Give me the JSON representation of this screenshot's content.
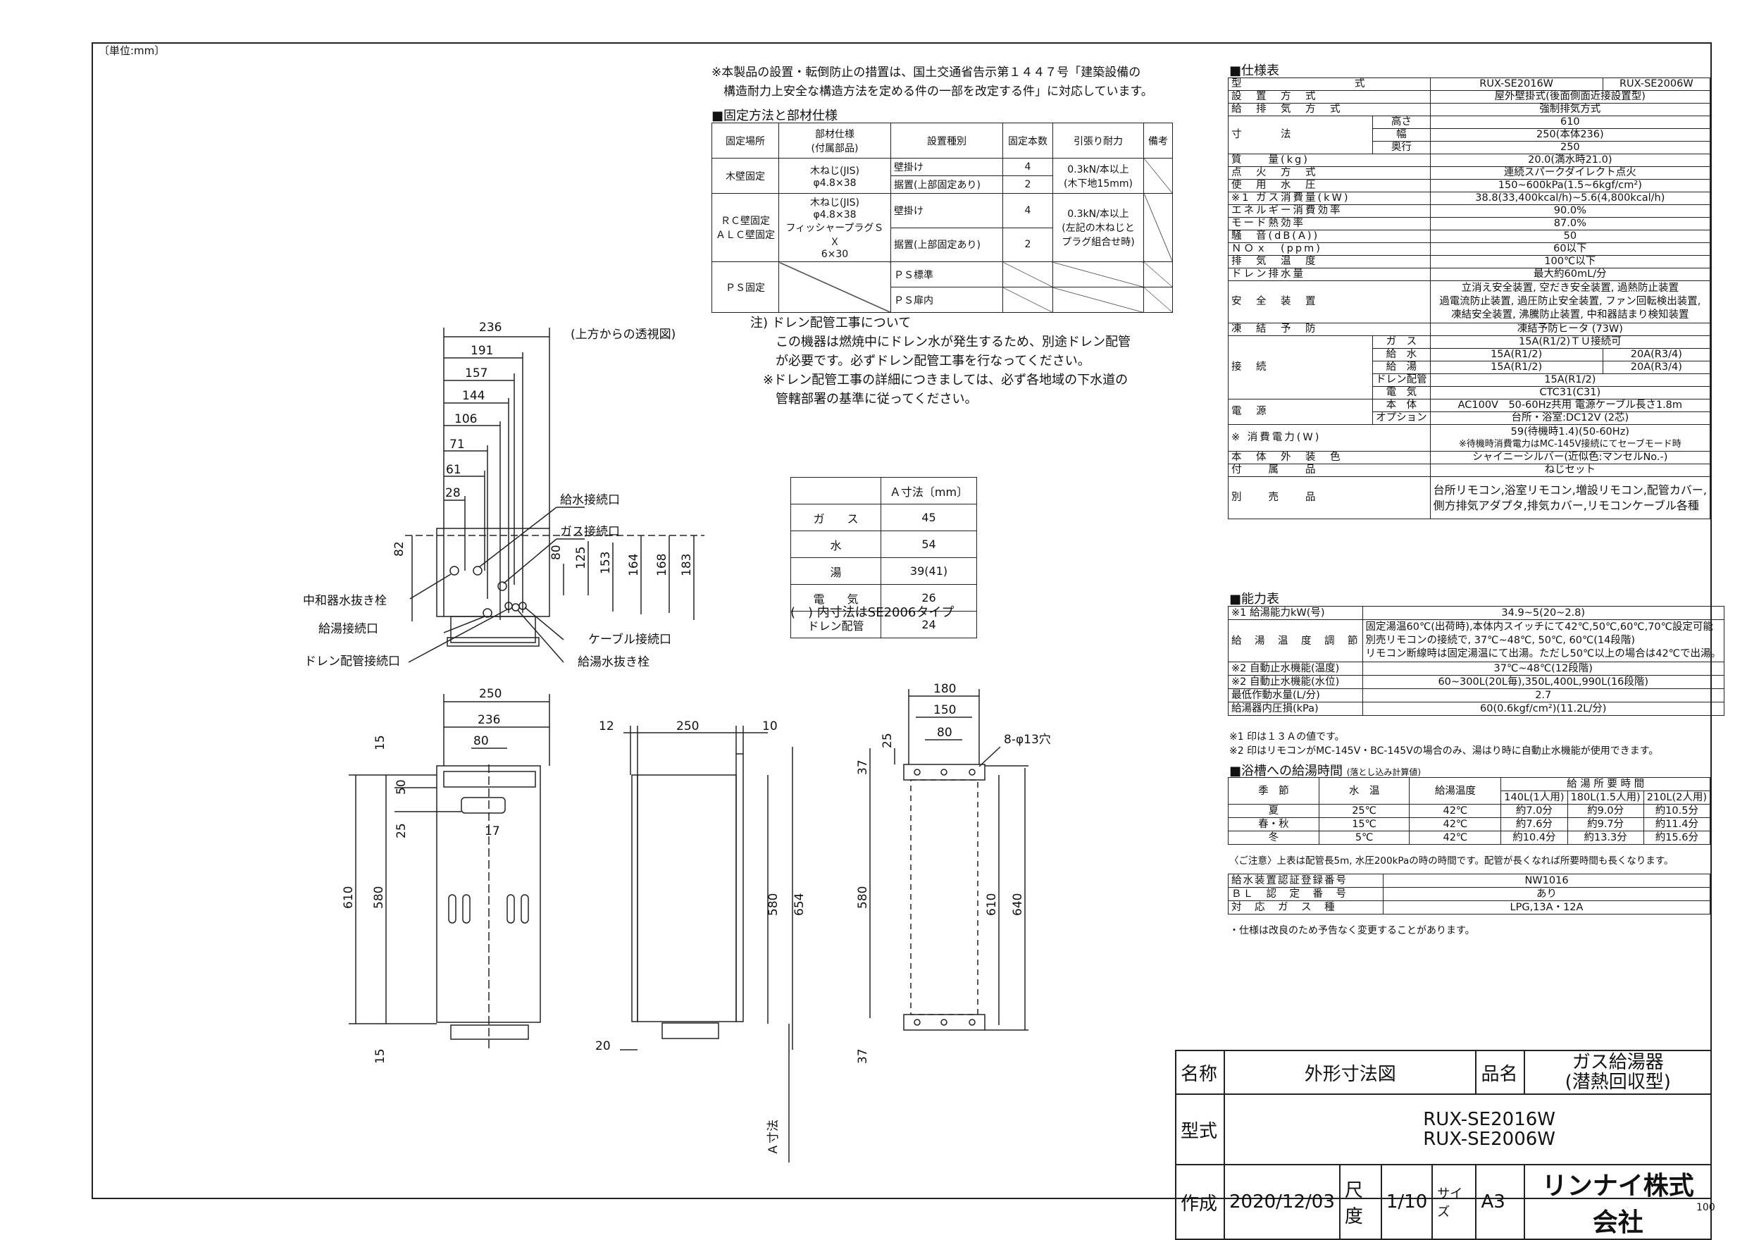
{
  "unit_label": "〔単位:mm〕",
  "notes_top": [
    "※本製品の設置・転倒防止の措置は、国土交通省告示第１４４７号「建築設備の",
    "　構造耐力上安全な構造方法を定める件の一部を改定する件」に対応しています。"
  ],
  "fixing": {
    "heading": "■固定方法と部材仕様",
    "headers": [
      "固定場所",
      "部材仕様\n(付属部品)",
      "設置種別",
      "固定本数",
      "引張り耐力",
      "備考"
    ],
    "wood": {
      "place": "木壁固定",
      "material": "木ねじ(JIS)\nφ4.8×38",
      "types": [
        "壁掛け",
        "据置(上部固定あり)"
      ],
      "counts": [
        "4",
        "2"
      ],
      "strength": "0.3kN/本以上\n(木下地15mm)"
    },
    "rc": {
      "place": "ＲＣ壁固定\nＡＬＣ壁固定",
      "material": "木ねじ(JIS)\nφ4.8×38\nフィッシャープラグＳＸ\n6×30",
      "types": [
        "壁掛け",
        "据置(上部固定あり)"
      ],
      "counts": [
        "4",
        "2"
      ],
      "strength": "0.3kN/本以上\n(左記の木ねじと\nプラグ組合せ時)"
    },
    "ps": {
      "place": "ＰＳ固定",
      "types": [
        "ＰＳ標準",
        "ＰＳ扉内"
      ]
    }
  },
  "drain_note": [
    "注) ドレン配管工事について",
    "　　この機器は燃焼中にドレン水が発生するため、別途ドレン配管",
    "　　が必要です。必ずドレン配管工事を行なってください。",
    "　※ドレン配管工事の詳細につきましては、必ず各地域の下水道の",
    "　　管轄部署の基準に従ってください。"
  ],
  "a_table": {
    "header": "Ａ寸法〔mm〕",
    "rows": [
      [
        "ガ　　ス",
        "45"
      ],
      [
        "水",
        "54"
      ],
      [
        "湯",
        "39(41)"
      ],
      [
        "電　　気",
        "26"
      ],
      [
        "ドレン配管",
        "24"
      ]
    ],
    "footnote": "(　) 内寸法はSE2006タイプ"
  },
  "drawing_labels": {
    "top_view": "(上方からの透視図)",
    "water_in": "給水接続口",
    "gas_in": "ガス接続口",
    "neutralizer_drain": "中和器水抜き栓",
    "hot_out": "給湯接続口",
    "drain_pipe": "ドレン配管接続口",
    "cable": "ケーブル接続口",
    "hot_drain": "給湯水抜き栓",
    "a_dim": "Ａ寸法",
    "holes": "8-φ13穴"
  },
  "dims_top": [
    "236",
    "191",
    "157",
    "144",
    "106",
    "71",
    "61",
    "28"
  ],
  "dims_top_v": [
    "82",
    "80",
    "125",
    "153",
    "164",
    "168",
    "183"
  ],
  "dims_front": [
    "250",
    "236",
    "80",
    "15",
    "50",
    "25",
    "17",
    "610",
    "580",
    "15"
  ],
  "dims_side": [
    "12",
    "250",
    "10",
    "580",
    "654",
    "20"
  ],
  "dims_back": [
    "180",
    "150",
    "80",
    "37",
    "25",
    "580",
    "610",
    "640",
    "37"
  ],
  "spec": {
    "heading": "■仕様表",
    "rows": [
      {
        "label": "型　　　　　　　　　式",
        "v1": "RUX-SE2016W",
        "v2": "RUX-SE2006W"
      },
      {
        "label": "設　置　方　式",
        "value": "屋外壁掛式(後面側面近接設置型)"
      },
      {
        "label": "給　排　気　方　式",
        "value": "強制排気方式"
      },
      {
        "label": "寸　　　法",
        "sub": [
          "高さ",
          "幅",
          "奥行"
        ],
        "subv": [
          "610",
          "250(本体236)",
          "250"
        ]
      },
      {
        "label": "質　　量(kg)",
        "value": "20.0(満水時21.0)"
      },
      {
        "label": "点　火　方　式",
        "value": "連続スパークダイレクト点火"
      },
      {
        "label": "使　用　水　圧",
        "value": "150~600kPa(1.5~6kgf/cm²)"
      },
      {
        "label": "※1 ガス消費量(kW)",
        "value": "38.8(33,400kcal/h)~5.6(4,800kcal/h)"
      },
      {
        "label": "エネルギー消費効率",
        "value": "90.0%"
      },
      {
        "label": "モード熱効率",
        "value": "87.0%"
      },
      {
        "label": "騒　音(dB(A))",
        "value": "50"
      },
      {
        "label": "ＮＯｘ　(ppm)",
        "value": "60以下"
      },
      {
        "label": "排　気　温　度",
        "value": "100℃以下"
      },
      {
        "label": "ドレン排水量",
        "value": "最大約60mL/分"
      }
    ],
    "safety_label": "安　全　装　置",
    "safety_lines": [
      "立消え安全装置, 空だき安全装置, 過熱防止装置",
      "過電流防止装置, 過圧防止安全装置, ファン回転検出装置,",
      "凍結安全装置, 沸騰防止装置, 中和器詰まり検知装置"
    ],
    "freeze_label": "凍　結　予　防",
    "freeze_value": "凍結予防ヒータ (73W)",
    "conn_label": "接　続",
    "conn": [
      {
        "sub": "ガ　ス",
        "value": "15A(R1/2)ＴＵ接続可"
      },
      {
        "sub": "給　水",
        "v1": "15A(R1/2)",
        "v2": "20A(R3/4)"
      },
      {
        "sub": "給　湯",
        "v1": "15A(R1/2)",
        "v2": "20A(R3/4)"
      },
      {
        "sub": "ドレン配管",
        "value": "15A(R1/2)"
      },
      {
        "sub": "電　気",
        "value": "CTC31(C31)"
      }
    ],
    "power_label": "電　源",
    "power": [
      {
        "sub": "本　体",
        "value": "AC100V　50-60Hz共用 電源ケーブル長さ1.8m"
      },
      {
        "sub": "オプション",
        "value": "台所・浴室:DC12V (2芯)"
      }
    ],
    "consumption_label": "※ 消費電力(W)",
    "consumption_lines": [
      "59(待機時1.4)(50-60Hz)",
      "※待機時消費電力はMC-145V接続にてセーブモード時"
    ],
    "color_label": "本　体　外　装　色",
    "color_value": "シャイニーシルバー(近似色:マンセルNo.-)",
    "acc_label": "付　　属　　品",
    "acc_value": "ねじセット",
    "sold_label": "別　　売　　品",
    "sold_lines": [
      "台所リモコン,浴室リモコン,増設リモコン,配管カバー,",
      "側方排気アダプタ,排気カバー,リモコンケーブル各種"
    ]
  },
  "capacity": {
    "heading": "■能力表",
    "r1_label": "※1 給湯能力kW(号)",
    "r1_value": "34.9~5(20~2.8)",
    "r2_label": "給　湯　温　度　調　節",
    "r2_lines": [
      "固定湯温60℃(出荷時),本体内スイッチにて42℃,50℃,60℃,70℃設定可能",
      "別売リモコンの接続で, 37℃~48℃, 50℃, 60℃(14段階)",
      "リモコン断線時は固定湯温にて出湯。ただし50℃以上の場合は42℃で出湯。"
    ],
    "rows": [
      {
        "label": "※2 自動止水機能(温度)",
        "value": "37℃~48℃(12段階)"
      },
      {
        "label": "※2 自動止水機能(水位)",
        "value": "60~300L(20L毎),350L,400L,990L(16段階)"
      },
      {
        "label": "最低作動水量(L/分)",
        "value": "2.7"
      },
      {
        "label": "給湯器内圧損(kPa)",
        "value": "60(0.6kgf/cm²)(11.2L/分)"
      }
    ],
    "notes": [
      "※1 印は１３Ａの値です。",
      "※2 印はリモコンがMC-145V・BC-145Vの場合のみ、湯はり時に自動止水機能が使用できます。"
    ]
  },
  "bath": {
    "heading": "■浴槽への給湯時間",
    "heading_sub": "(落とし込み計算値)",
    "headers": [
      "季　節",
      "水　温",
      "給湯温度",
      "給 湯 所 要 時 間"
    ],
    "sub_headers": [
      "140L(1人用)",
      "180L(1.5人用)",
      "210L(2人用)"
    ],
    "rows": [
      [
        "夏",
        "25℃",
        "42℃",
        "約7.0分",
        "約9.0分",
        "約10.5分"
      ],
      [
        "春・秋",
        "15℃",
        "42℃",
        "約7.6分",
        "約9.7分",
        "約11.4分"
      ],
      [
        "冬",
        "5℃",
        "42℃",
        "約10.4分",
        "約13.3分",
        "約15.6分"
      ]
    ],
    "note": "〈ご注意〉上表は配管長5m, 水圧200kPaの時の時間です。配管が長くなれば所要時間も長くなります。"
  },
  "cert": [
    {
      "label": "給水装置認証登録番号",
      "value": "NW1016"
    },
    {
      "label": "ＢＬ　認　定　番　号",
      "value": "あり"
    },
    {
      "label": "対　応　ガ　ス　種",
      "value": "LPG,13A・12A"
    }
  ],
  "spec_footnote": "・仕様は改良のため予告なく変更することがあります。",
  "title_block": {
    "name_label": "名称",
    "name_value": "外形寸法図",
    "product_label": "品名",
    "product_value_1": "ガス給湯器",
    "product_value_2": "(潜熱回収型)",
    "model_label": "型式",
    "model_1": "RUX-SE2016W",
    "model_2": "RUX-SE2006W",
    "created_label": "作成",
    "created_value": "2020/12/03",
    "scale_label": "尺度",
    "scale_value": "1/10",
    "size_label": "サイズ",
    "size_value": "A3",
    "company": "リンナイ株式会社"
  },
  "page_number": "100"
}
